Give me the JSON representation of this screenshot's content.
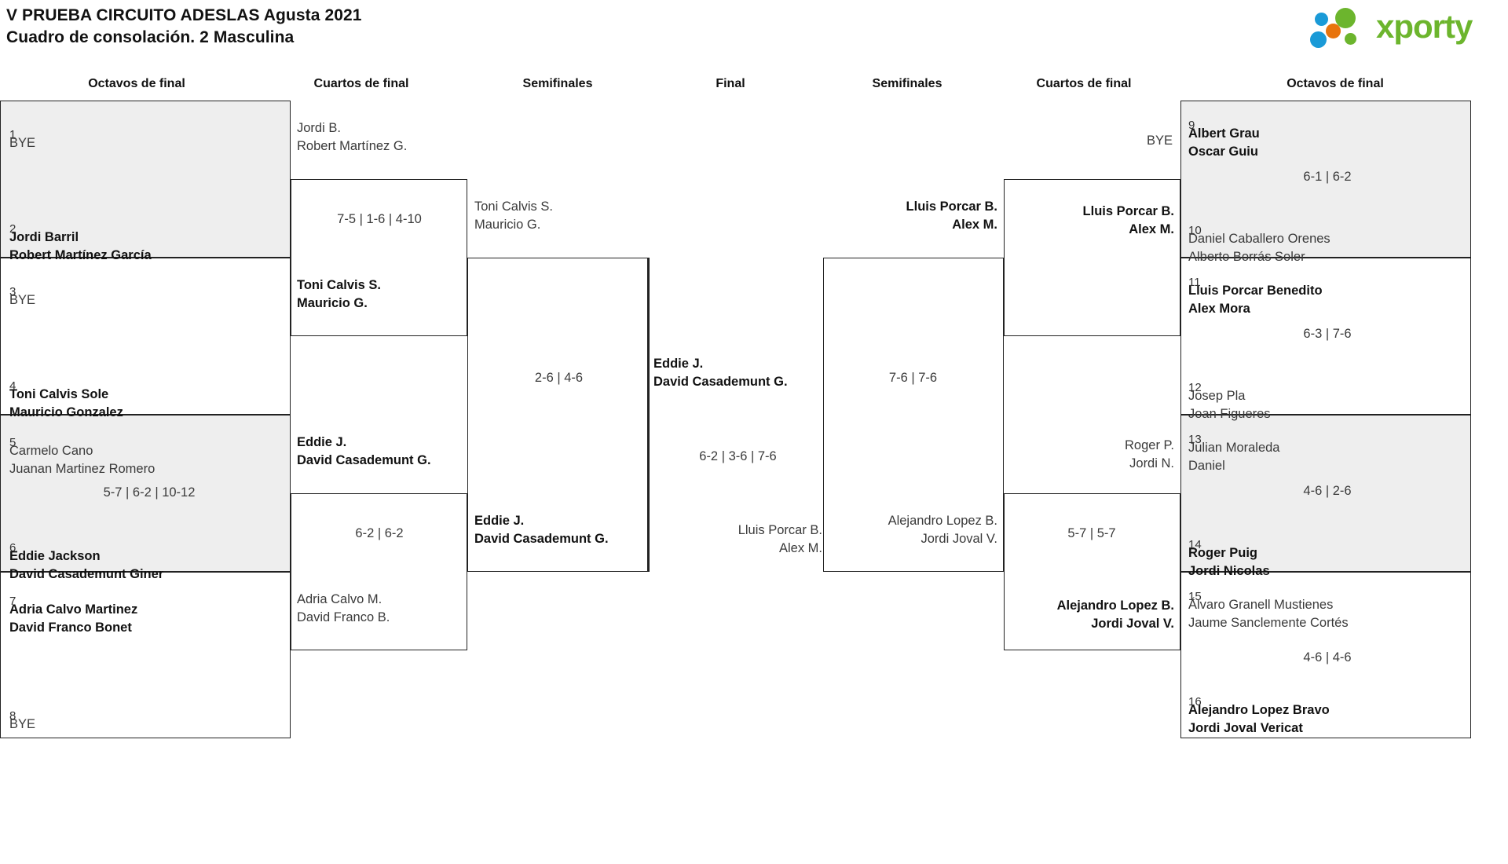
{
  "header": {
    "title_line1": "V PRUEBA CIRCUITO ADESLAS Agusta 2021",
    "title_line2": "Cuadro de consolación. 2 Masculina",
    "logo_text": "xporty",
    "logo_colors": {
      "green": "#6cb52d",
      "blue": "#1a9ad7",
      "orange": "#e8740c"
    }
  },
  "round_headers": {
    "r1_left": "Octavos de final",
    "r2_left": "Cuartos de final",
    "r3_left": "Semifinales",
    "final": "Final",
    "r3_right": "Semifinales",
    "r2_right": "Cuartos de final",
    "r1_right": "Octavos de final"
  },
  "labels": {
    "bye": "BYE"
  },
  "left": {
    "round1": [
      {
        "seed": "1",
        "p1": "BYE",
        "p2": "",
        "winner": false,
        "bye": true
      },
      {
        "seed": "2",
        "p1": "Jordi Barril",
        "p2": "Robert Martínez García",
        "winner": true
      },
      {
        "seed": "3",
        "p1": "BYE",
        "p2": "",
        "winner": false,
        "bye": true
      },
      {
        "seed": "4",
        "p1": "Toni Calvis Sole",
        "p2": "Mauricio Gonzalez",
        "winner": true
      },
      {
        "seed": "5",
        "p1": "Carmelo Cano",
        "p2": "Juanan Martinez Romero",
        "winner": false
      },
      {
        "seed": "6",
        "p1": "Eddie Jackson",
        "p2": "David Casademunt Giner",
        "winner": true
      },
      {
        "seed": "7",
        "p1": "Adria Calvo Martinez",
        "p2": "David Franco Bonet",
        "winner": true
      },
      {
        "seed": "8",
        "p1": "BYE",
        "p2": "",
        "winner": false,
        "bye": true
      }
    ],
    "round1_scores": [
      "",
      "5-7 | 6-2 | 10-12",
      ""
    ],
    "round2": [
      {
        "p1": "Jordi B.",
        "p2": "Robert Martínez G.",
        "winner": false
      },
      {
        "p1": "Toni Calvis S.",
        "p2": "Mauricio G.",
        "winner": true
      },
      {
        "p1": "Eddie J.",
        "p2": "David Casademunt G.",
        "winner": true
      },
      {
        "p1": "Adria Calvo M.",
        "p2": "David Franco B.",
        "winner": false
      }
    ],
    "round2_scores": [
      "7-5 | 1-6 | 4-10",
      "6-2 | 6-2"
    ],
    "round3": [
      {
        "p1": "Toni Calvis S.",
        "p2": "Mauricio G.",
        "winner": false
      },
      {
        "p1": "Eddie J.",
        "p2": "David Casademunt G.",
        "winner": true
      }
    ],
    "round3_scores": [
      "2-6 | 4-6"
    ]
  },
  "final": {
    "entry": {
      "p1": "Eddie J.",
      "p2": "David Casademunt G.",
      "winner": true
    },
    "score": "6-2 | 3-6 | 7-6",
    "runner_up": {
      "p1": "Lluis Porcar B.",
      "p2": "Alex M.",
      "winner": false
    }
  },
  "right": {
    "round3": [
      {
        "p1": "Lluis Porcar B.",
        "p2": "Alex M.",
        "winner": true
      },
      {
        "p1": "Alejandro Lopez B.",
        "p2": "Jordi Joval V.",
        "winner": false
      }
    ],
    "round3_scores": [
      "7-6 | 7-6"
    ],
    "round2": [
      {
        "p1": "BYE",
        "p2": "",
        "winner": false,
        "bye": true
      },
      {
        "p1": "Lluis Porcar B.",
        "p2": "Alex M.",
        "winner": true
      },
      {
        "p1": "Roger P.",
        "p2": "Jordi N.",
        "winner": false
      },
      {
        "p1": "Alejandro Lopez B.",
        "p2": "Jordi Joval V.",
        "winner": true
      }
    ],
    "round2_scores": [
      "",
      "5-7 | 5-7"
    ],
    "round1": [
      {
        "seed": "9",
        "p1": "Albert Grau",
        "p2": "Oscar Guiu",
        "winner": true
      },
      {
        "seed": "10",
        "p1": "Daniel Caballero Orenes",
        "p2": "Alberto Borrás Soler",
        "winner": false
      },
      {
        "seed": "11",
        "p1": "Lluis Porcar Benedito",
        "p2": "Alex Mora",
        "winner": true
      },
      {
        "seed": "12",
        "p1": "Josep Pla",
        "p2": "Joan Figueres",
        "winner": false
      },
      {
        "seed": "13",
        "p1": "Julian Moraleda",
        "p2": "Daniel",
        "winner": false
      },
      {
        "seed": "14",
        "p1": "Roger Puig",
        "p2": "Jordi Nicolas",
        "winner": true
      },
      {
        "seed": "15",
        "p1": "Álvaro Granell Mustienes",
        "p2": "Jaume Sanclemente Cortés",
        "winner": false
      },
      {
        "seed": "16",
        "p1": "Alejandro Lopez Bravo",
        "p2": "Jordi Joval Vericat",
        "winner": true
      }
    ],
    "round1_scores": [
      "6-1 | 6-2",
      "6-3 | 7-6",
      "4-6 | 2-6",
      "4-6 | 4-6"
    ]
  }
}
